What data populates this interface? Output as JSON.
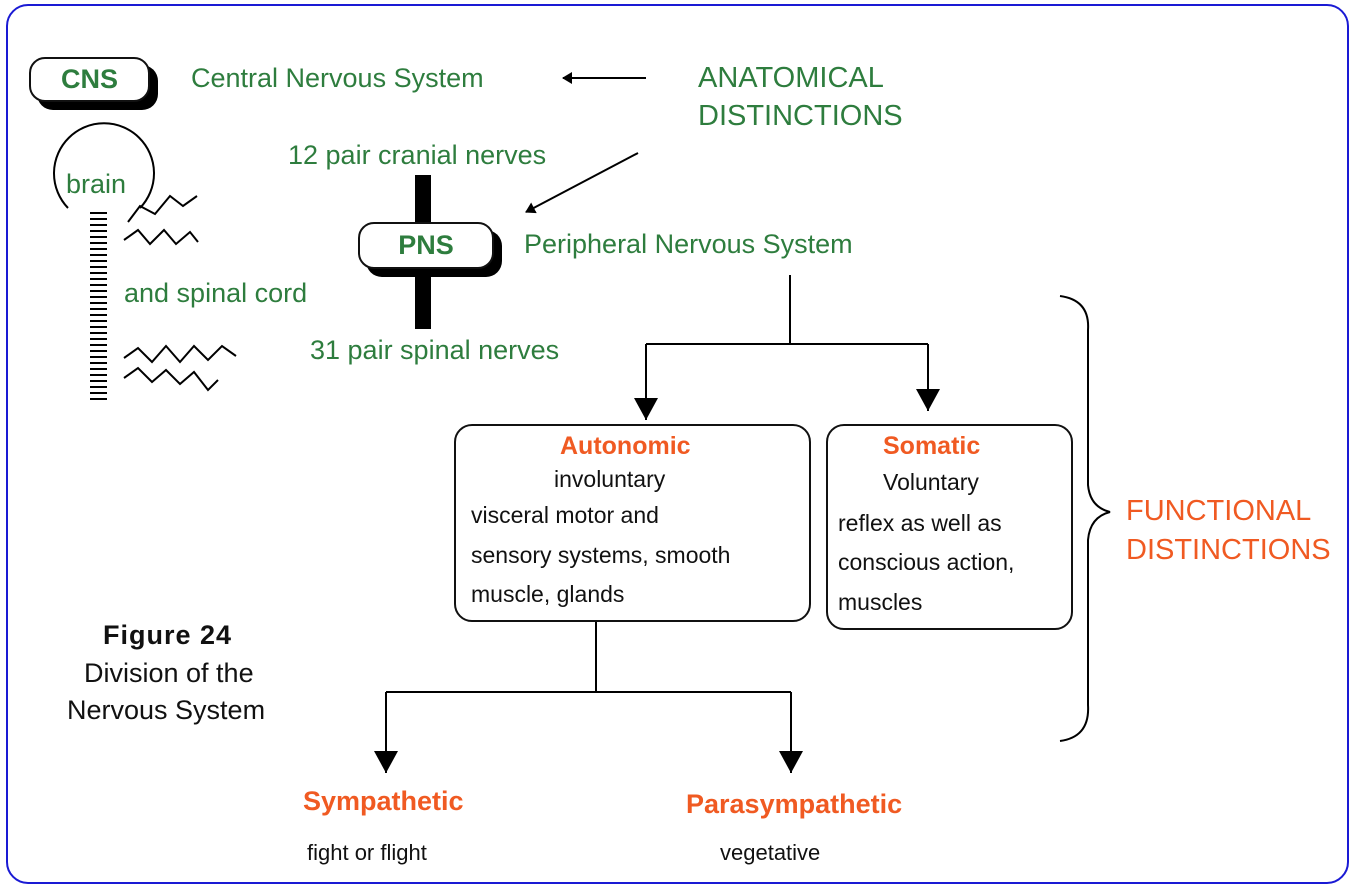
{
  "anatomical": {
    "heading": [
      "ANATOMICAL",
      "DISTINCTIONS"
    ],
    "cns_badge": "CNS",
    "cns_label": "Central Nervous System",
    "brain_label": "brain",
    "spinal_label": "and spinal cord",
    "cranial_label": "12 pair cranial nerves",
    "pns_badge": "PNS",
    "pns_label": "Peripheral Nervous System",
    "spinal_nerves_label": "31 pair spinal nerves"
  },
  "functional": {
    "heading": [
      "FUNCTIONAL",
      "DISTINCTIONS"
    ],
    "autonomic": {
      "title": "Autonomic",
      "subtitle": "involuntary",
      "lines": [
        "visceral  motor and",
        "sensory systems, smooth",
        "muscle, glands"
      ]
    },
    "somatic": {
      "title": "Somatic",
      "subtitle": "Voluntary",
      "lines": [
        "reflex as well as",
        "conscious action,",
        "muscles"
      ]
    },
    "sympathetic": {
      "title": "Sympathetic",
      "desc": "fight or flight"
    },
    "parasympathetic": {
      "title": "Parasympathetic",
      "desc": "vegetative"
    }
  },
  "caption": {
    "figure": "Figure 24",
    "lines": [
      "Division of the",
      "Nervous System"
    ]
  },
  "colors": {
    "green": "#2e7d3e",
    "orange": "#f05a22",
    "border": "#1a1ad4"
  }
}
